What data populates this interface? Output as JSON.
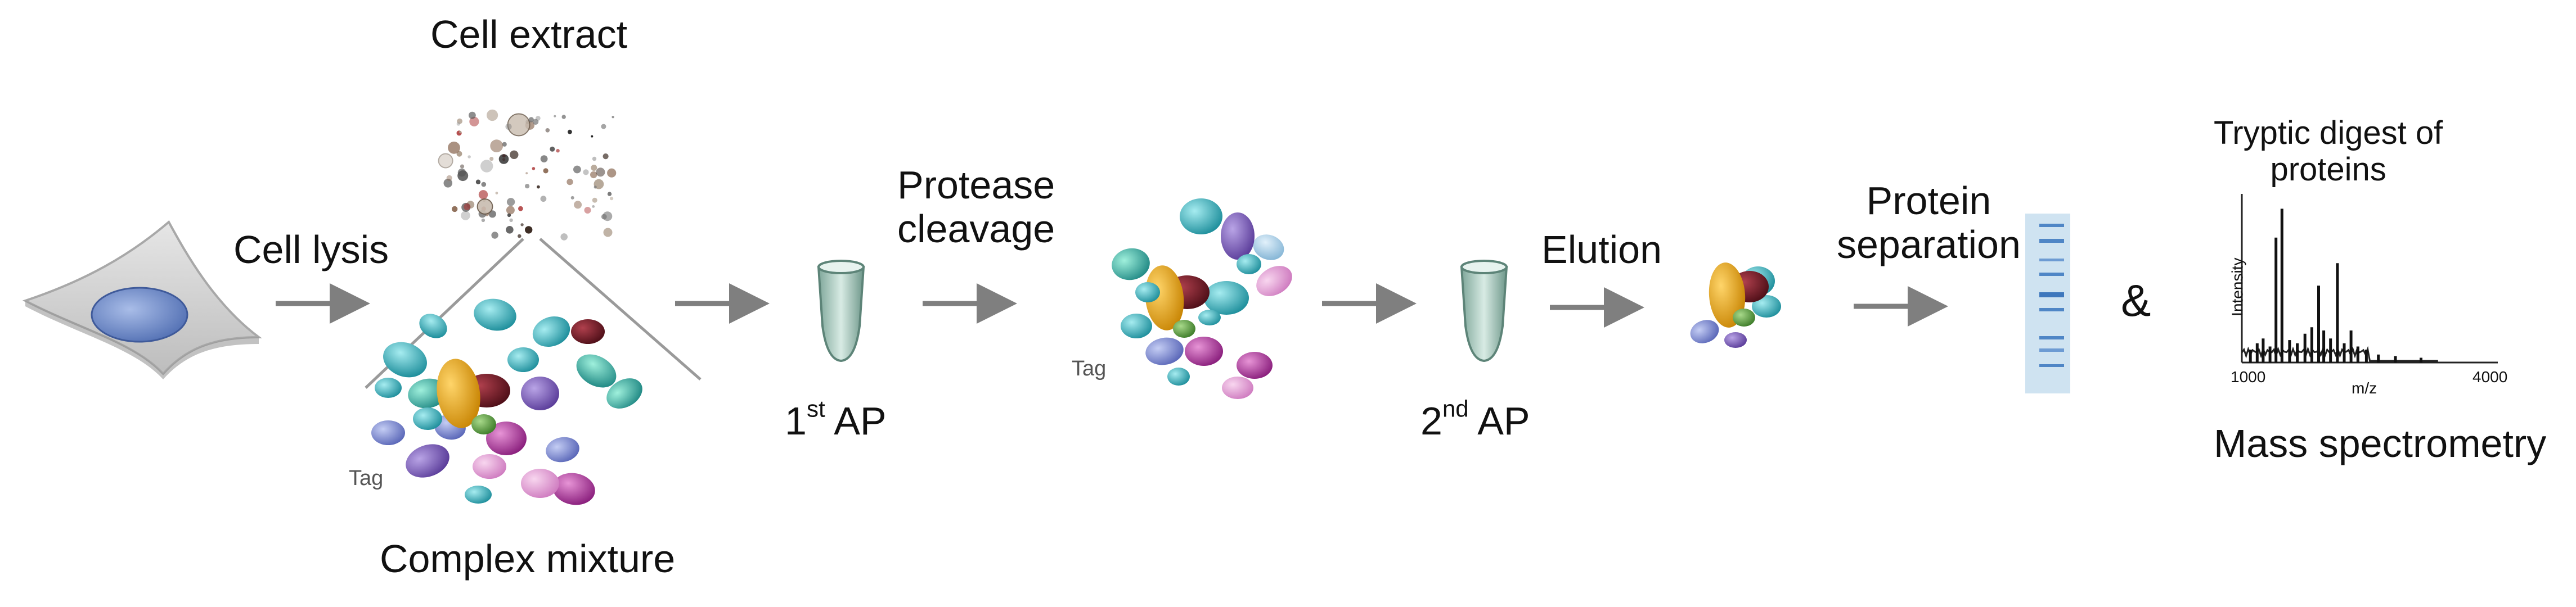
{
  "labels": {
    "cell_extract": "Cell extract",
    "cell_lysis": "Cell lysis",
    "complex_mixture": "Complex mixture",
    "tag_1": "Tag",
    "ap1_num": "1",
    "ap1_sup": "st",
    "ap1_text": " AP",
    "protease_line1": "Protease",
    "protease_line2": "cleavage",
    "tag_2": "Tag",
    "ap2_num": "2",
    "ap2_sup": "nd",
    "ap2_text": " AP",
    "elution": "Elution",
    "protein_line1": "Protein",
    "protein_line2": "separation",
    "ampersand": "&",
    "tryptic_line1": "Tryptic digest of",
    "tryptic_line2": "proteins",
    "mass_spec": "Mass spectrometry"
  },
  "spectrum": {
    "ylabel": "Intensity",
    "xlabel": "m/z",
    "x_min_label": "1000",
    "x_max_label": "4000",
    "x_range": [
      1000,
      4000
    ],
    "peaks": [
      {
        "mz": 1100,
        "intensity": 0.08
      },
      {
        "mz": 1180,
        "intensity": 0.12
      },
      {
        "mz": 1250,
        "intensity": 0.15
      },
      {
        "mz": 1330,
        "intensity": 0.1
      },
      {
        "mz": 1400,
        "intensity": 0.78
      },
      {
        "mz": 1470,
        "intensity": 0.96
      },
      {
        "mz": 1560,
        "intensity": 0.14
      },
      {
        "mz": 1650,
        "intensity": 0.12
      },
      {
        "mz": 1740,
        "intensity": 0.18
      },
      {
        "mz": 1820,
        "intensity": 0.22
      },
      {
        "mz": 1900,
        "intensity": 0.48
      },
      {
        "mz": 1960,
        "intensity": 0.2
      },
      {
        "mz": 2040,
        "intensity": 0.15
      },
      {
        "mz": 2120,
        "intensity": 0.62
      },
      {
        "mz": 2200,
        "intensity": 0.12
      },
      {
        "mz": 2280,
        "intensity": 0.2
      },
      {
        "mz": 2360,
        "intensity": 0.1
      },
      {
        "mz": 2460,
        "intensity": 0.08
      },
      {
        "mz": 2600,
        "intensity": 0.05
      },
      {
        "mz": 2800,
        "intensity": 0.04
      },
      {
        "mz": 3100,
        "intensity": 0.03
      }
    ]
  },
  "colors": {
    "arrow": "#7f7f7f",
    "tube": "#a9c9bf",
    "gel": "#cfe3f1",
    "band": "#4f86c6",
    "cell": "#d6d6d6",
    "nucleus": "#6f8fc9",
    "gold": "#e8a317",
    "maroon": "#7a1f2a",
    "green": "#6aa84f",
    "teal": "#3fb4c0",
    "magenta": "#b0399a"
  }
}
